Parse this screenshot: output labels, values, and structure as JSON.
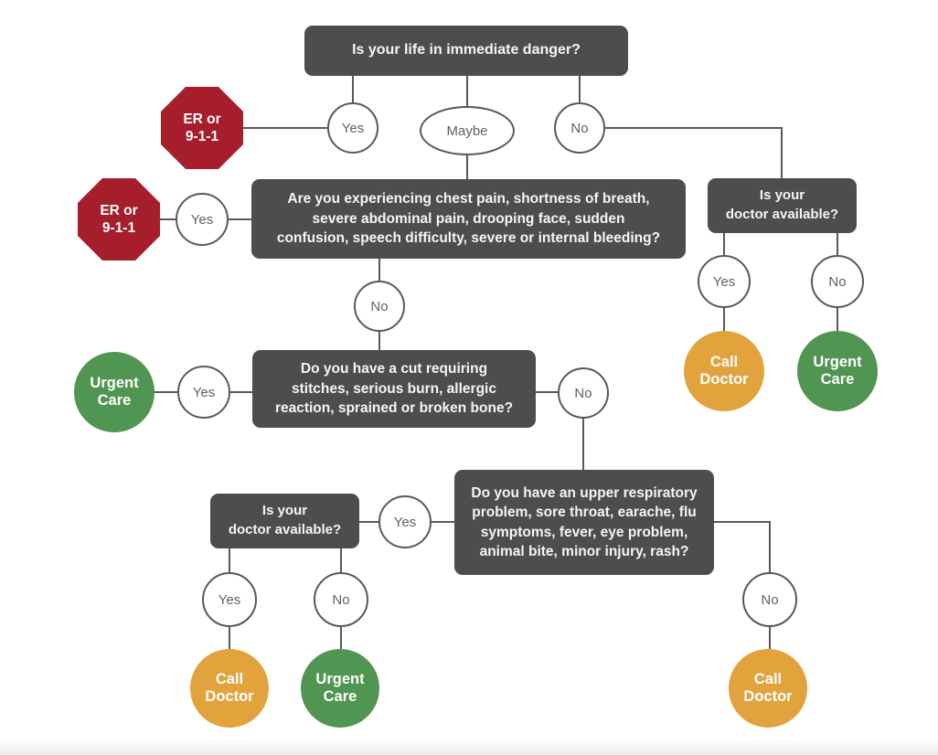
{
  "diagram_title": "Is your life in immediate danger?",
  "colors": {
    "question_box": "#4d4d4f",
    "er_red": "#a61e2b",
    "call_doctor_orange": "#e2a33d",
    "urgent_care_green": "#519552",
    "connector_gray": "#58595b"
  },
  "nodes": {
    "q_danger": {
      "label": "Is your life in immediate danger?"
    },
    "danger_yes": {
      "label": "Yes"
    },
    "danger_maybe": {
      "label": "Maybe"
    },
    "danger_no": {
      "label": "No"
    },
    "er_top": {
      "label": "ER or\n9-1-1"
    },
    "q_symptoms": {
      "label": "Are you experiencing chest pain, shortness of breath,\nsevere abdominal pain, drooping face, sudden\nconfusion, speech difficulty, severe or internal bleeding?"
    },
    "symptoms_yes": {
      "label": "Yes"
    },
    "er_left": {
      "label": "ER or\n9-1-1"
    },
    "symptoms_no": {
      "label": "No"
    },
    "q_doctor_right": {
      "label": "Is your\ndoctor available?"
    },
    "doctor_right_yes": {
      "label": "Yes"
    },
    "doctor_right_no": {
      "label": "No"
    },
    "call_doctor_right": {
      "label": "Call\nDoctor"
    },
    "urgent_care_right": {
      "label": "Urgent\nCare"
    },
    "q_cut": {
      "label": "Do you have a cut requiring\nstitches, serious burn, allergic\nreaction, sprained or broken bone?"
    },
    "cut_yes": {
      "label": "Yes"
    },
    "urgent_care_left": {
      "label": "Urgent\nCare"
    },
    "cut_no": {
      "label": "No"
    },
    "q_respiratory": {
      "label": "Do you have an upper respiratory\nproblem, sore throat, earache, flu\nsymptoms, fever, eye problem,\nanimal bite, minor injury, rash?"
    },
    "respiratory_yes": {
      "label": "Yes"
    },
    "q_doctor_bottom": {
      "label": "Is your\ndoctor available?"
    },
    "doctor_bottom_yes": {
      "label": "Yes"
    },
    "doctor_bottom_no": {
      "label": "No"
    },
    "call_doctor_bottom": {
      "label": "Call\nDoctor"
    },
    "urgent_care_bottom": {
      "label": "Urgent\nCare"
    },
    "respiratory_no": {
      "label": "No"
    },
    "call_doctor_far_right": {
      "label": "Call\nDoctor"
    }
  }
}
